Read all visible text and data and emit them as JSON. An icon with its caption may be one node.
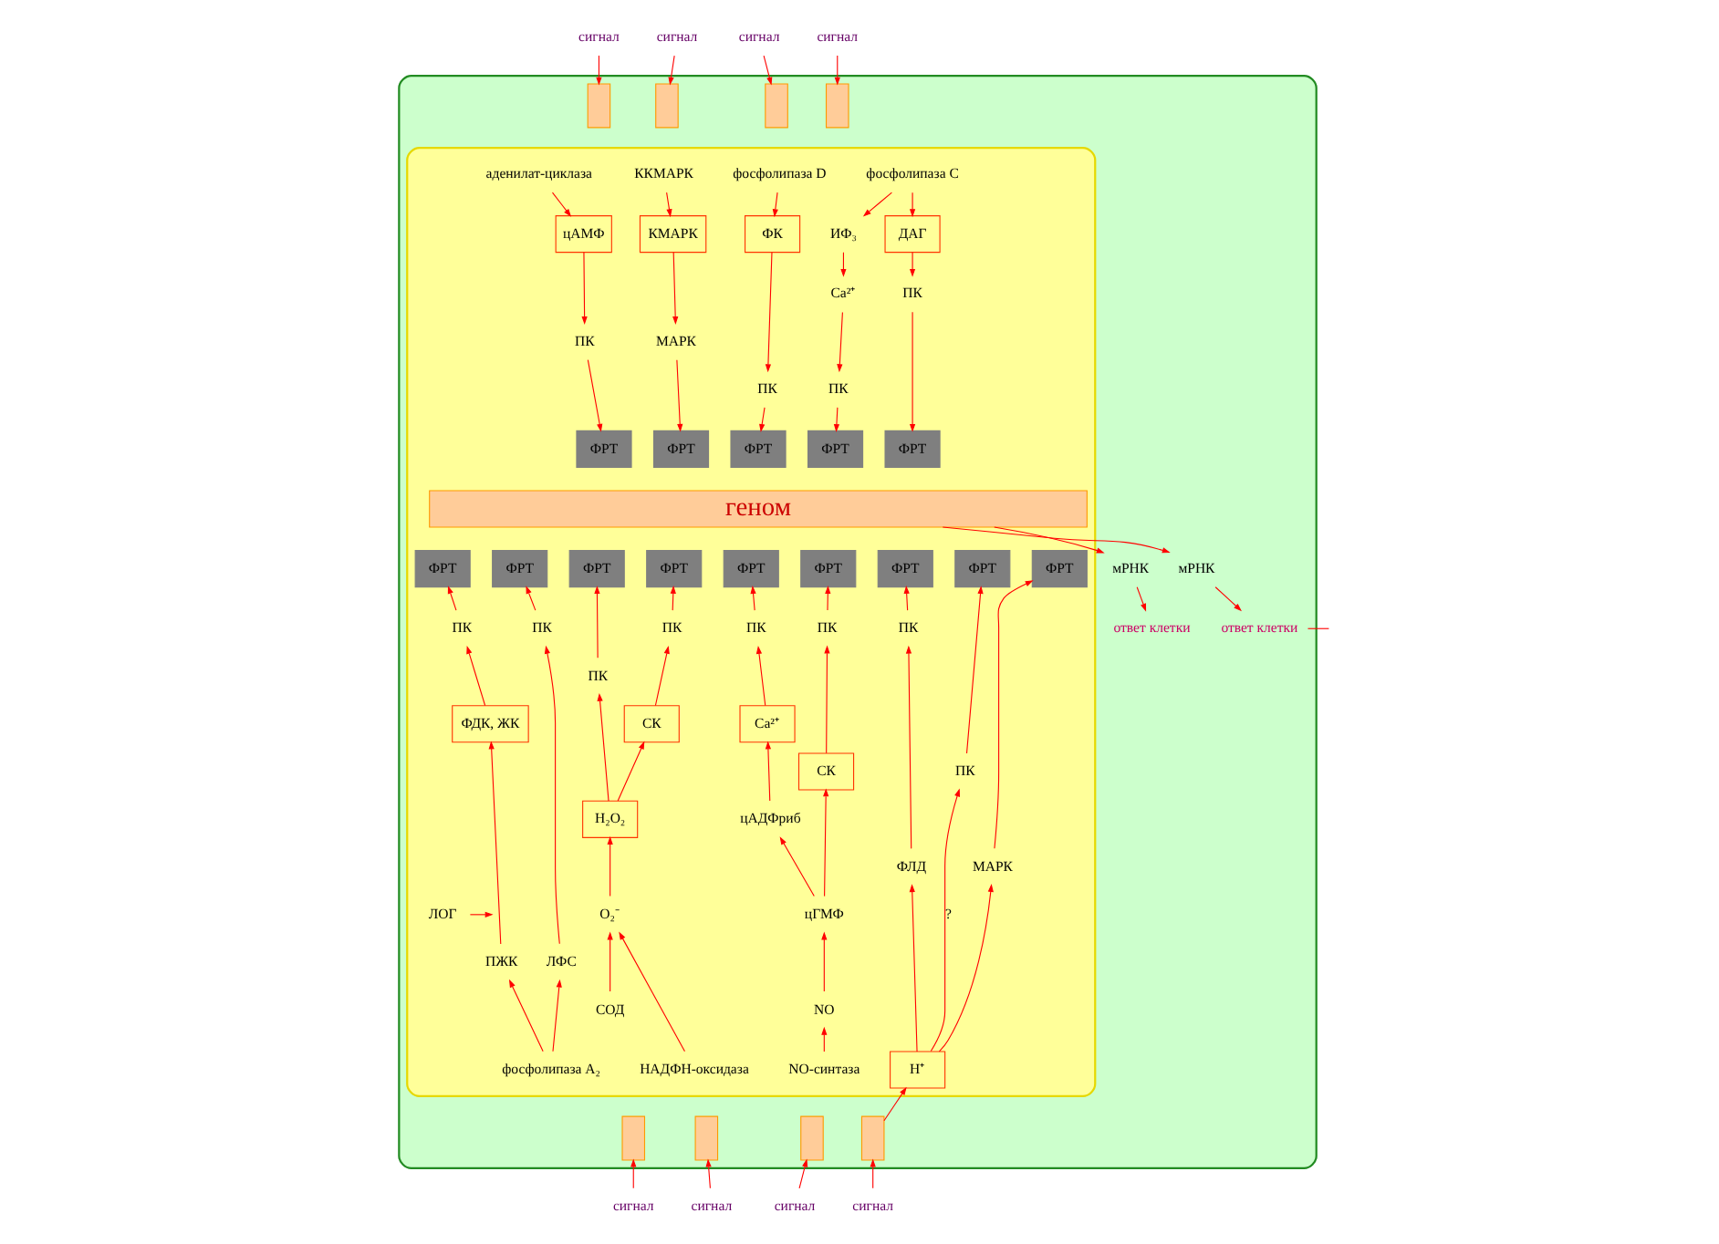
{
  "diagram": {
    "nodes": [
      {
        "text": [],
        "shape": "box"
      },
      {
        "text": [],
        "shape": "box",
        "in": 0
      },
      {
        "text": [
          "сигнал"
        ]
      },
      {
        "text": [
          "сигнал"
        ]
      },
      {
        "text": [
          "сигнал"
        ]
      },
      {
        "text": [
          "сигнал"
        ]
      },
      {
        "text": [],
        "shape": "bar",
        "in": 0
      },
      {
        "text": [],
        "shape": "bar",
        "in": 0
      },
      {
        "text": [],
        "shape": "bar",
        "in": 0
      },
      {
        "text": [],
        "shape": "bar",
        "in": 0
      },
      {
        "text": [
          "аденилат-циклаза"
        ],
        "in": 1
      },
      {
        "text": [
          "ККМАРК"
        ],
        "in": 1
      },
      {
        "text": [
          "фосфолипаза D"
        ],
        "in": 1
      },
      {
        "text": [
          "фосфолипаза C"
        ],
        "in": 1
      },
      {
        "text": [
          "цАМФ"
        ],
        "in": 1
      },
      {
        "text": [
          "КМАРК"
        ],
        "in": 1
      },
      {
        "text": [
          "ФК"
        ],
        "in": 1
      },
      {
        "text": [
          "ИФ₃"
        ],
        "in": 1
      },
      {
        "text": [
          "ДАГ"
        ],
        "in": 1
      },
      {
        "text": [
          "Ca²⁺"
        ],
        "in": 1
      },
      {
        "text": [
          "ПК"
        ],
        "in": 1
      },
      {
        "text": [
          "МАРК"
        ],
        "in": 1
      },
      {
        "text": [
          "ПК"
        ],
        "in": 1
      },
      {
        "text": [
          "ПК"
        ],
        "in": 1
      },
      {
        "text": [
          "ПК"
        ],
        "in": 1
      },
      {
        "text": [
          "ФРТ"
        ],
        "in": 1
      },
      {
        "text": [
          "ФРТ"
        ],
        "in": 1
      },
      {
        "text": [
          "ФРТ"
        ],
        "in": 1
      },
      {
        "text": [
          "ФРТ"
        ],
        "in": 1
      },
      {
        "text": [
          "ФРТ"
        ],
        "in": 1
      },
      {
        "text": [
          "геном"
        ],
        "in": 1
      },
      {
        "text": [
          "мРНК"
        ],
        "in": 0
      },
      {
        "text": [
          "мРНК"
        ],
        "in": 0
      },
      {
        "text": [
          "ответ клетки"
        ],
        "in": 0
      },
      {
        "text": [
          "ответ клетки"
        ],
        "in": 0
      },
      {
        "text": [
          "ФРТ"
        ],
        "in": 1
      },
      {
        "text": [
          "ФРТ"
        ],
        "in": 1
      },
      {
        "text": [
          "ФРТ"
        ],
        "in": 1
      },
      {
        "text": [
          "ФРТ"
        ],
        "in": 1
      },
      {
        "text": [
          "ФРТ"
        ],
        "in": 1
      },
      {
        "text": [
          "ФРТ"
        ],
        "in": 1
      },
      {
        "text": [
          "ФРТ"
        ],
        "in": 1
      },
      {
        "text": [
          "ФРТ"
        ],
        "in": 1
      },
      {
        "text": [
          "ФРТ"
        ],
        "in": 1
      },
      {
        "text": [
          "ПК"
        ],
        "in": 1
      },
      {
        "text": [
          "ПК"
        ],
        "in": 1
      },
      {
        "text": [
          "ПК"
        ],
        "in": 1
      },
      {
        "text": [
          "ПК"
        ],
        "in": 1
      },
      {
        "text": [
          "ПК"
        ],
        "in": 1
      },
      {
        "text": [
          "ПК"
        ],
        "in": 1
      },
      {
        "text": [
          "ПК"
        ],
        "in": 1
      },
      {
        "text": [
          "ПК"
        ],
        "in": 1
      },
      {
        "text": [
          "СК"
        ],
        "in": 1
      },
      {
        "text": [
          "Ca²⁺"
        ],
        "in": 1
      },
      {
        "text": [
          "СК"
        ],
        "in": 1
      },
      {
        "text": [
          "ФДК, ЖК"
        ],
        "in": 1
      },
      {
        "text": [
          "H₂O₂"
        ],
        "in": 1
      },
      {
        "text": [
          "цАДФриб"
        ],
        "in": 1
      },
      {
        "text": [
          "ЛОГ"
        ],
        "in": 1
      },
      {
        "text": [
          "СОД"
        ],
        "in": 1
      },
      {
        "text": [
          "ПЖК"
        ],
        "in": 1
      },
      {
        "text": [
          "ЛФС"
        ],
        "in": 1
      },
      {
        "text": [
          "O₂⁻"
        ],
        "in": 1
      },
      {
        "text": [
          "цГМФ"
        ],
        "in": 1
      },
      {
        "text": [
          "NO"
        ],
        "in": 1
      },
      {
        "text": [
          "ФЛД"
        ],
        "in": 1
      },
      {
        "text": [
          "МАРК"
        ],
        "in": 1
      },
      {
        "text": [
          "H⁺"
        ],
        "in": 1
      },
      {
        "text": [
          "фосфолипаза A₂"
        ],
        "in": 1
      },
      {
        "text": [
          "НАДФН-оксидаза"
        ],
        "in": 1
      },
      {
        "text": [
          "NO-синтаза"
        ],
        "in": 1
      },
      {
        "text": [],
        "shape": "bar",
        "in": 0
      },
      {
        "text": [],
        "shape": "bar",
        "in": 0
      },
      {
        "text": [],
        "shape": "bar",
        "in": 0
      },
      {
        "text": [],
        "shape": "bar",
        "in": 0
      },
      {
        "text": [
          "сигнал"
        ]
      },
      {
        "text": [
          "сигнал"
        ]
      },
      {
        "text": [
          "сигнал"
        ]
      },
      {
        "text": [
          "сигнал"
        ]
      }
    ],
    "edges": [
      {
        "from": 2,
        "to": 6,
        "arrow": "to"
      },
      {
        "from": 3,
        "to": 7,
        "arrow": "to"
      },
      {
        "from": 4,
        "to": 8,
        "arrow": "to"
      },
      {
        "from": 5,
        "to": 9,
        "arrow": "to"
      },
      {
        "from": 10,
        "to": 14,
        "arrow": "to"
      },
      {
        "from": 14,
        "to": 20,
        "arrow": "to"
      },
      {
        "from": 20,
        "to": 25,
        "arrow": "to"
      },
      {
        "from": 11,
        "to": 15,
        "arrow": "to"
      },
      {
        "from": 15,
        "to": 21,
        "arrow": "to"
      },
      {
        "from": 21,
        "to": 26,
        "arrow": "to"
      },
      {
        "from": 12,
        "to": 16,
        "arrow": "to"
      },
      {
        "from": 16,
        "to": 22,
        "arrow": "to"
      },
      {
        "from": 22,
        "to": 27,
        "arrow": "to"
      },
      {
        "from": 13,
        "to": 17,
        "arrow": "to"
      },
      {
        "from": 13,
        "to": 18,
        "arrow": "to"
      },
      {
        "from": 17,
        "to": 19,
        "arrow": "to"
      },
      {
        "from": 19,
        "to": 23,
        "arrow": "to"
      },
      {
        "from": 23,
        "to": 28,
        "arrow": "to"
      },
      {
        "from": 18,
        "to": 24,
        "arrow": "to"
      },
      {
        "from": 24,
        "to": 29,
        "arrow": "to"
      },
      {
        "from": 30,
        "to": 31,
        "arrow": "to"
      },
      {
        "from": 30,
        "to": 32,
        "arrow": "to"
      },
      {
        "from": 31,
        "to": 33,
        "arrow": "to"
      },
      {
        "from": 32,
        "to": 34,
        "arrow": "to"
      },
      {
        "from": 34,
        "to": null,
        "arrow": "none"
      },
      {
        "from": 44,
        "to": 35,
        "arrow": "to"
      },
      {
        "from": 45,
        "to": 36,
        "arrow": "to"
      },
      {
        "from": 46,
        "to": 37,
        "arrow": "to"
      },
      {
        "from": 47,
        "to": 38,
        "arrow": "to"
      },
      {
        "from": 48,
        "to": 39,
        "arrow": "to"
      },
      {
        "from": 49,
        "to": 40,
        "arrow": "to"
      },
      {
        "from": 50,
        "to": 41,
        "arrow": "to"
      },
      {
        "from": 51,
        "to": 42,
        "arrow": "to"
      },
      {
        "from": 66,
        "to": 43,
        "arrow": "to"
      },
      {
        "from": 55,
        "to": 44,
        "arrow": "to"
      },
      {
        "from": 60,
        "to": 55,
        "arrow": "to"
      },
      {
        "from": 58,
        "to": null,
        "arrow": "to"
      },
      {
        "from": 61,
        "to": 45,
        "arrow": "to"
      },
      {
        "from": 68,
        "to": 60,
        "arrow": "to"
      },
      {
        "from": 68,
        "to": 61,
        "arrow": "to"
      },
      {
        "from": 56,
        "to": 46,
        "arrow": "to"
      },
      {
        "from": 56,
        "to": 52,
        "arrow": "to"
      },
      {
        "from": 52,
        "to": 47,
        "arrow": "to"
      },
      {
        "from": 62,
        "to": 56,
        "arrow": "to"
      },
      {
        "from": 59,
        "to": 62,
        "arrow": "to"
      },
      {
        "from": 69,
        "to": 62,
        "arrow": "to"
      },
      {
        "from": 53,
        "to": 48,
        "arrow": "to"
      },
      {
        "from": 57,
        "to": 53,
        "arrow": "to"
      },
      {
        "from": 63,
        "to": 57,
        "arrow": "to"
      },
      {
        "from": 63,
        "to": 54,
        "arrow": "to"
      },
      {
        "from": 54,
        "to": 49,
        "arrow": "to"
      },
      {
        "from": 64,
        "to": 63,
        "arrow": "to"
      },
      {
        "from": 70,
        "to": 64,
        "arrow": "to"
      },
      {
        "from": 65,
        "to": 50,
        "arrow": "to"
      },
      {
        "from": 67,
        "to": 51,
        "arrow": "to",
        "label": "?"
      },
      {
        "from": 67,
        "to": 65,
        "arrow": "to"
      },
      {
        "from": 67,
        "to": 66,
        "arrow": "to"
      },
      {
        "from": 74,
        "to": 67,
        "arrow": "to"
      },
      {
        "from": 75,
        "to": 71,
        "arrow": "to"
      },
      {
        "from": 76,
        "to": 72,
        "arrow": "to"
      },
      {
        "from": 77,
        "to": 73,
        "arrow": "to"
      },
      {
        "from": 78,
        "to": 74,
        "arrow": "to"
      }
    ]
  }
}
